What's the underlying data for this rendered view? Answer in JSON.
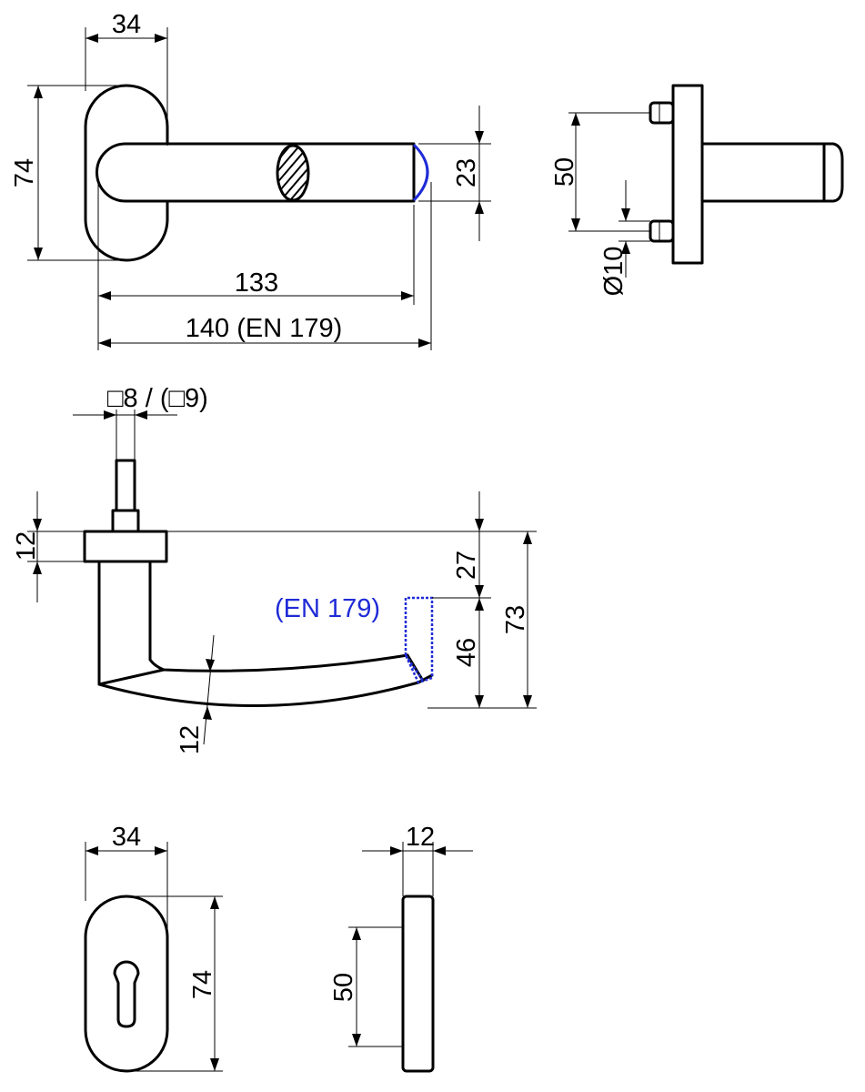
{
  "colors": {
    "line": "#000000",
    "en179_highlight": "#1f2bd6",
    "background": "#ffffff"
  },
  "front_view": {
    "rose_width": "34",
    "rose_height": "74",
    "grip_diameter": "23",
    "lever_length": "133",
    "lever_length_en179": "140 (EN 179)"
  },
  "side_view_rose": {
    "fixing_spacing": "50",
    "fixing_diameter": "Ø10"
  },
  "lever_profile": {
    "spindle_size": "□8 / (□9)",
    "rose_thickness": "12",
    "height_to_grip_top": "27",
    "grip_height": "46",
    "total_height": "73",
    "grip_thickness": "12",
    "en179_label": "(EN 179)"
  },
  "escutcheon_front": {
    "width": "34",
    "height": "74"
  },
  "escutcheon_side": {
    "thickness": "12",
    "fixing_spacing": "50"
  }
}
